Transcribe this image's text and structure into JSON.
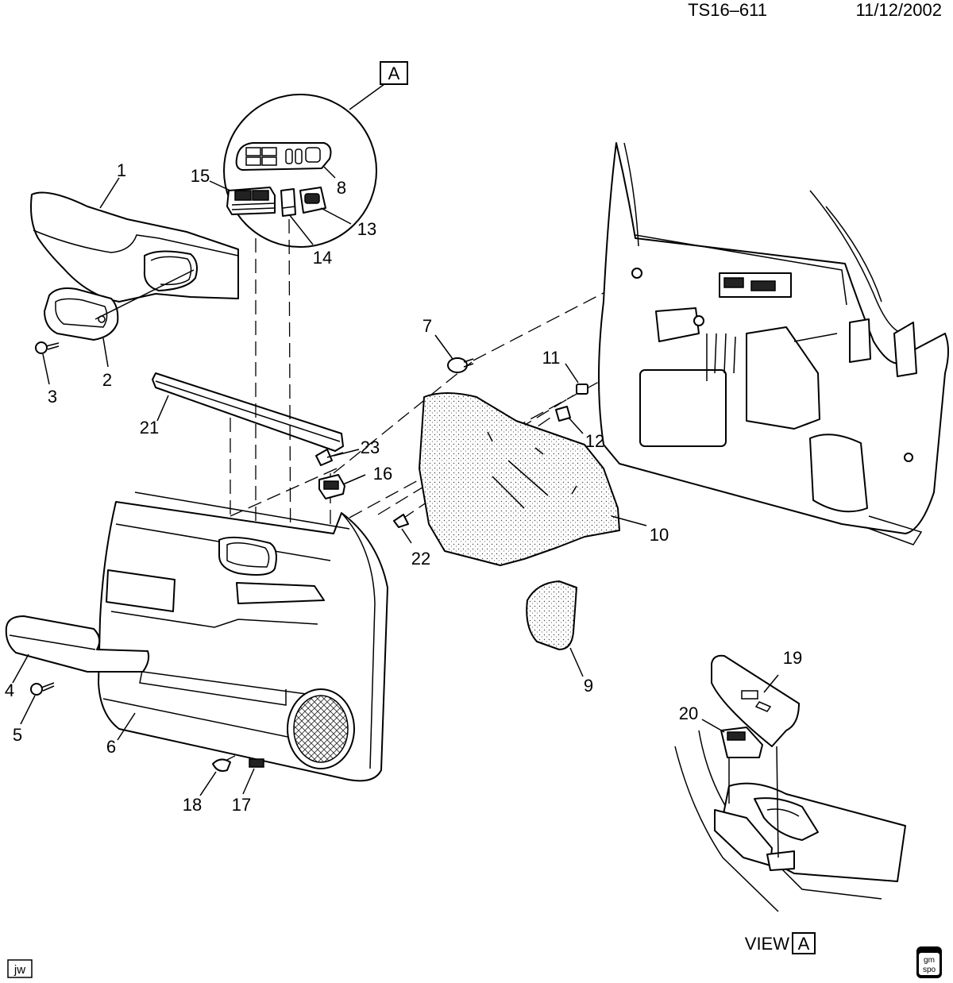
{
  "header": {
    "drawing_id": "TS16–611",
    "date": "11/12/2002"
  },
  "view_ref_letter": "A",
  "view_caption": {
    "label": "VIEW",
    "letter": "A"
  },
  "callouts": {
    "c1": "1",
    "c2": "2",
    "c3": "3",
    "c4": "4",
    "c5": "5",
    "c6": "6",
    "c7": "7",
    "c8": "8",
    "c9": "9",
    "c10": "10",
    "c11": "11",
    "c12": "12",
    "c13": "13",
    "c14": "14",
    "c15": "15",
    "c16": "16",
    "c17": "17",
    "c18": "18",
    "c19": "19",
    "c20": "20",
    "c21": "21",
    "c22": "22",
    "c23": "23"
  },
  "footer": {
    "artist_initials": "jw",
    "logo_line1": "gm",
    "logo_line2": "spo"
  }
}
